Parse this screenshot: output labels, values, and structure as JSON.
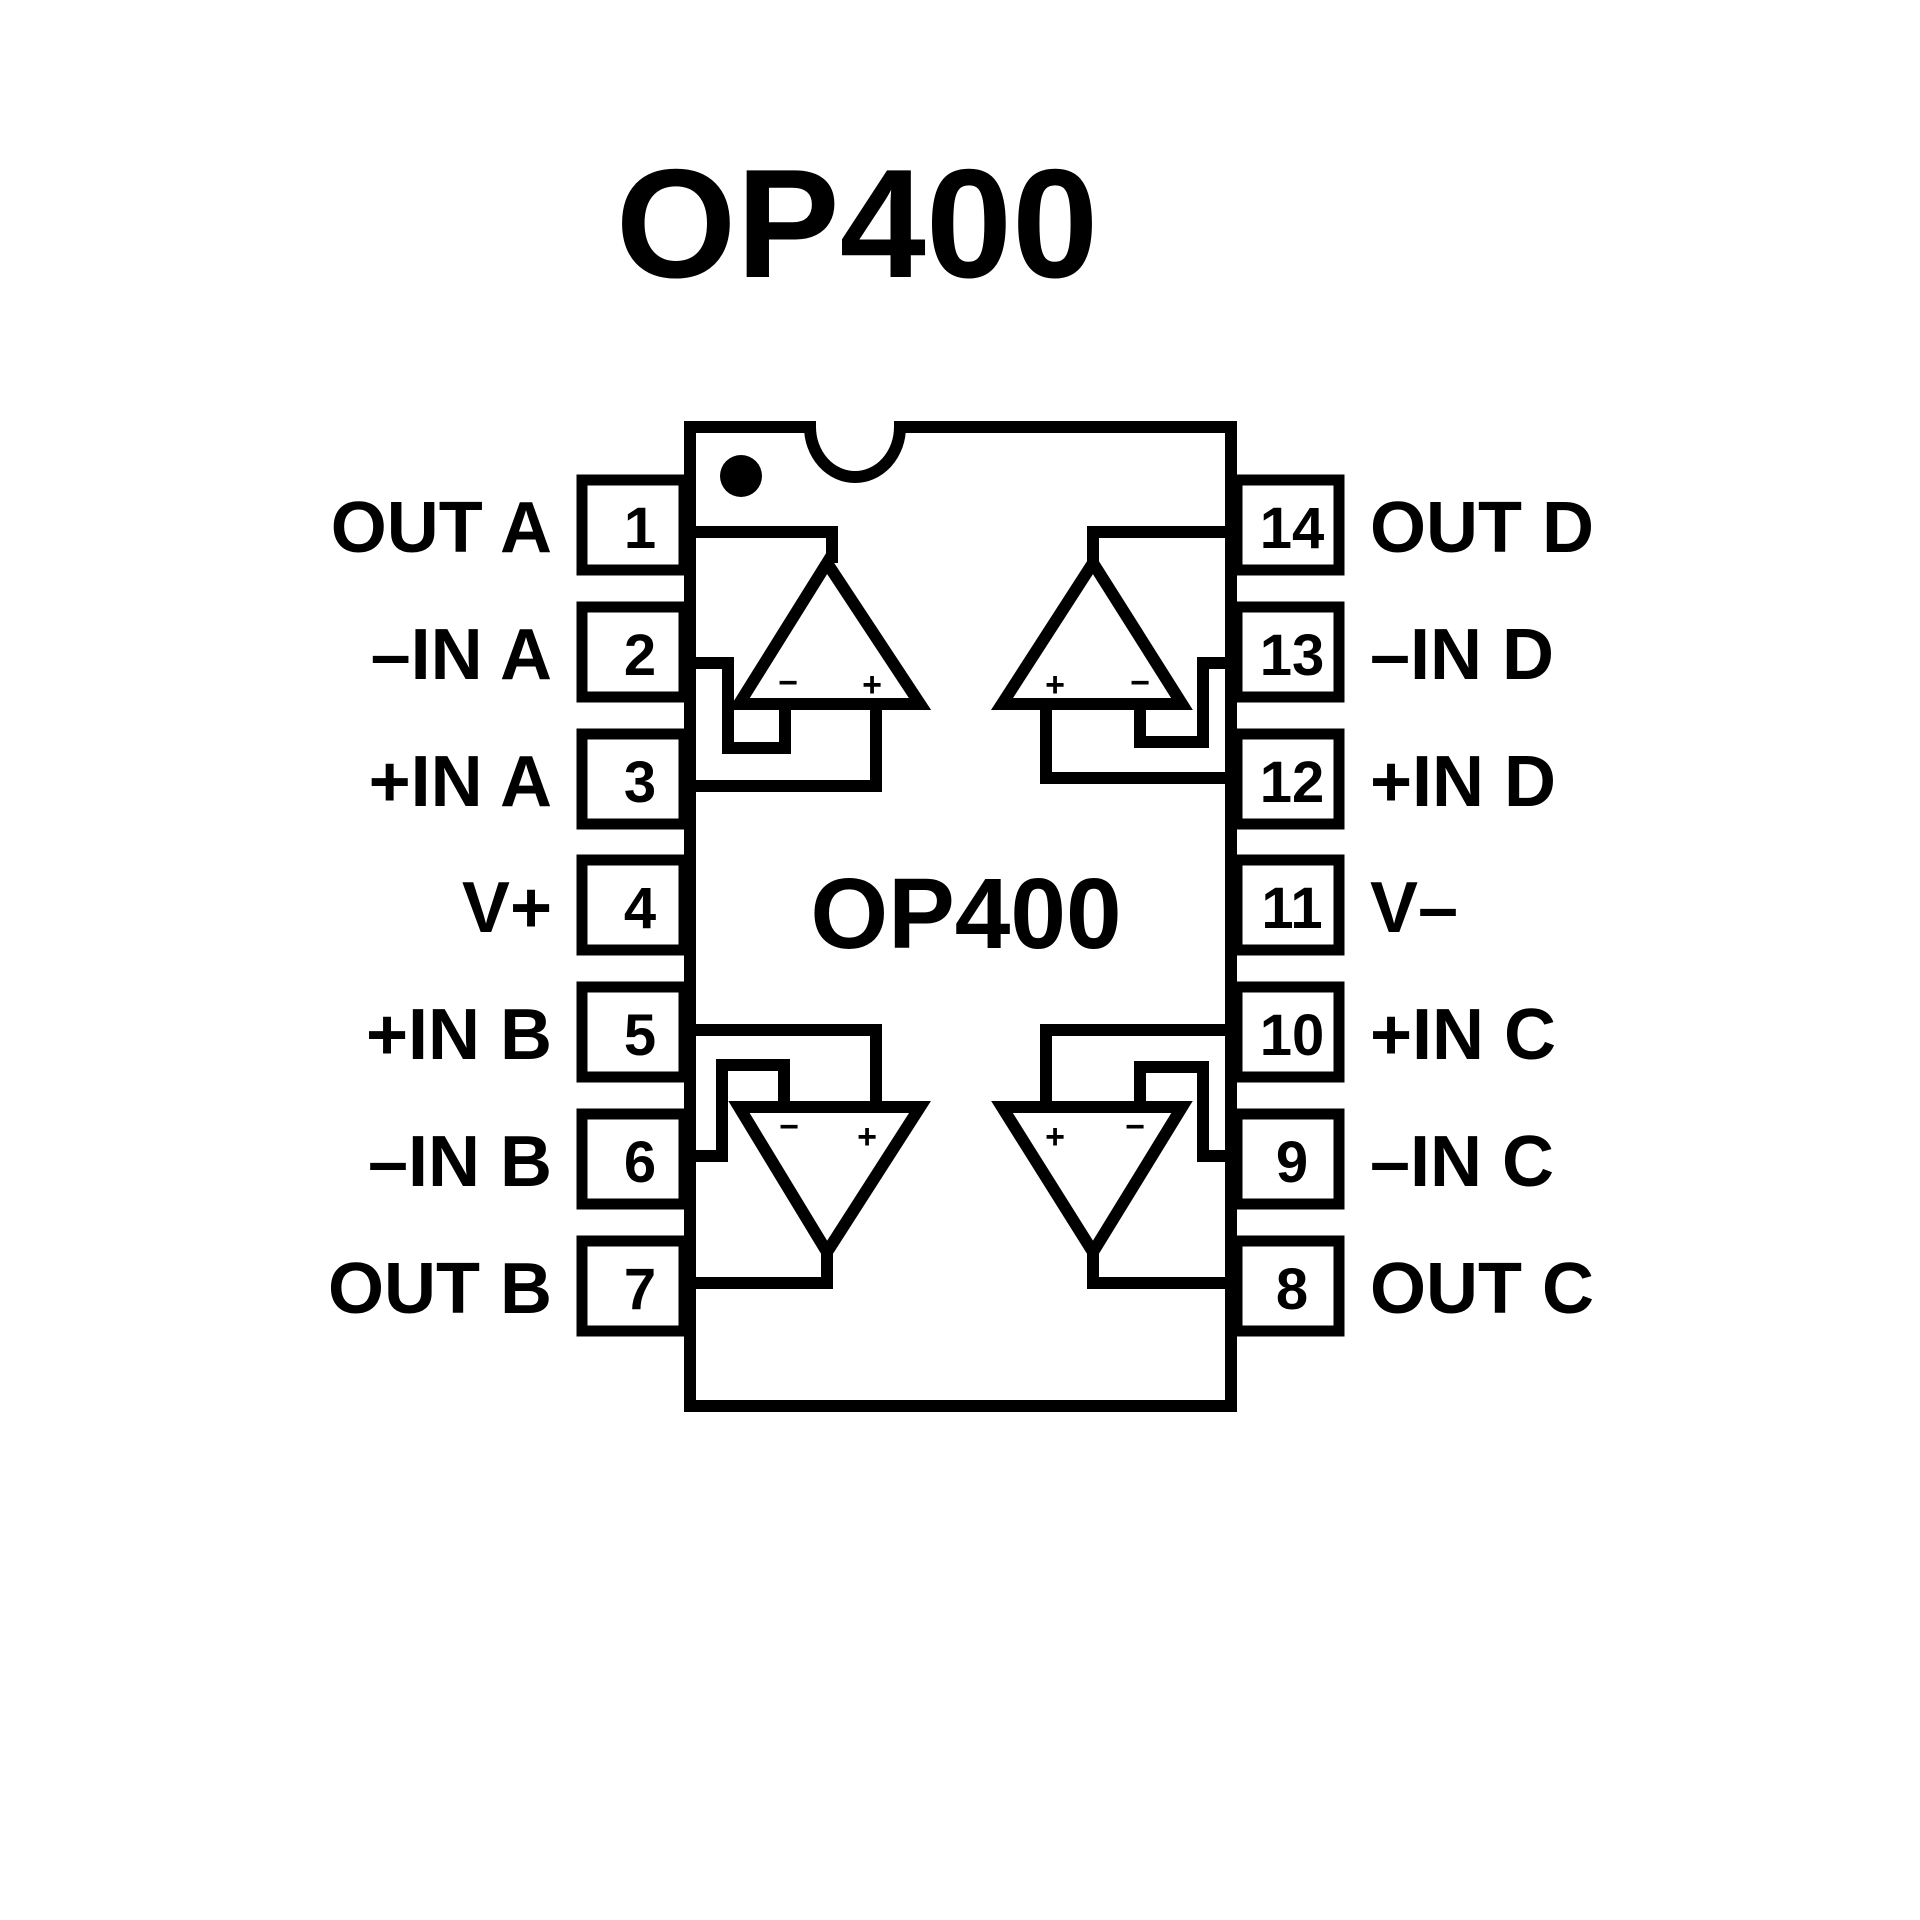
{
  "title": "OP400",
  "chip": {
    "part_number": "OP400",
    "package_pins": 14,
    "colors": {
      "ink": "#000000",
      "background": "#ffffff"
    }
  },
  "pins": [
    {
      "number": "1",
      "label": "OUT A",
      "side": "left"
    },
    {
      "number": "2",
      "label": "–IN A",
      "side": "left"
    },
    {
      "number": "3",
      "label": "+IN A",
      "side": "left"
    },
    {
      "number": "4",
      "label": "V+",
      "side": "left"
    },
    {
      "number": "5",
      "label": "+IN B",
      "side": "left"
    },
    {
      "number": "6",
      "label": "–IN B",
      "side": "left"
    },
    {
      "number": "7",
      "label": "OUT B",
      "side": "left"
    },
    {
      "number": "8",
      "label": "OUT C",
      "side": "right"
    },
    {
      "number": "9",
      "label": "–IN C",
      "side": "right"
    },
    {
      "number": "10",
      "label": "+IN C",
      "side": "right"
    },
    {
      "number": "11",
      "label": "V–",
      "side": "right"
    },
    {
      "number": "12",
      "label": "+IN D",
      "side": "right"
    },
    {
      "number": "13",
      "label": "–IN D",
      "side": "right"
    },
    {
      "number": "14",
      "label": "OUT D",
      "side": "right"
    }
  ],
  "amplifiers": [
    {
      "name": "A",
      "minus_symbol": "−",
      "plus_symbol": "+"
    },
    {
      "name": "B",
      "minus_symbol": "−",
      "plus_symbol": "+"
    },
    {
      "name": "C",
      "minus_symbol": "−",
      "plus_symbol": "+"
    },
    {
      "name": "D",
      "minus_symbol": "−",
      "plus_symbol": "+"
    }
  ]
}
